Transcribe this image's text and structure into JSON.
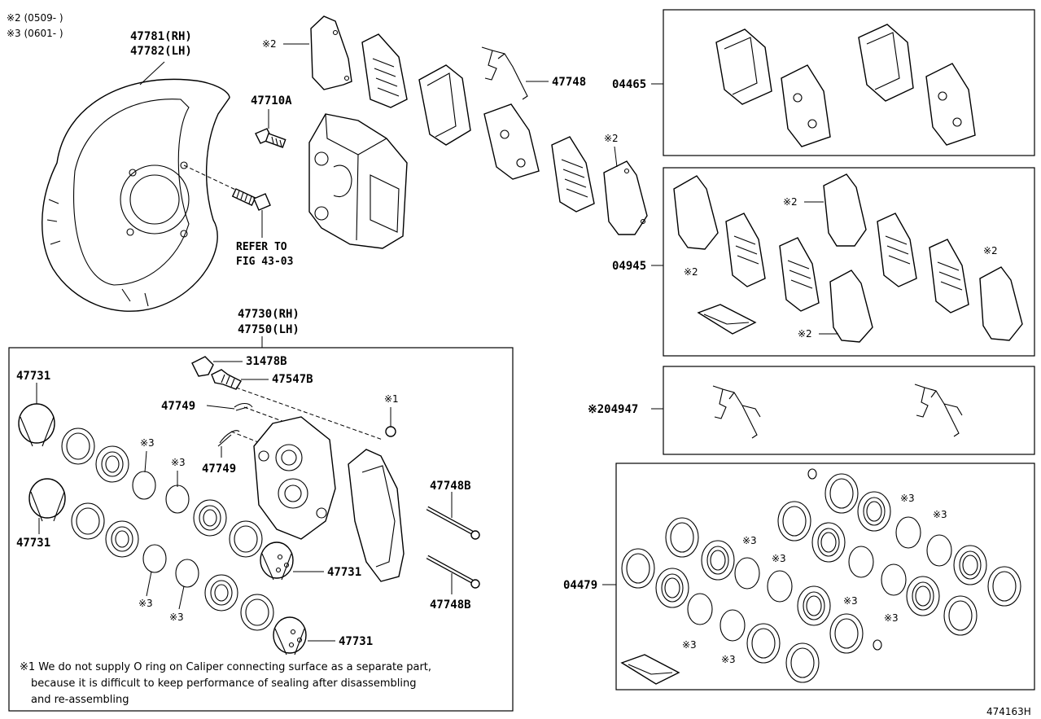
{
  "legend": {
    "line1": "※2 (0509-     )",
    "line2": "※3 (0601-     )"
  },
  "parts": {
    "dust_cover_rh": "47781(RH)",
    "dust_cover_lh": "47782(LH)",
    "bolt_top": "47710A",
    "refer_line1": "REFER TO",
    "refer_line2": "FIG 43-03",
    "clip_top": "47748",
    "pad_kit_1": "04465",
    "pad_kit_2": "04945",
    "spring_kit": "※204947",
    "seal_kit": "04479",
    "caliper_rh": "47730(RH)",
    "caliper_lh": "47750(LH)",
    "cap": "31478B",
    "bleeder": "47547B",
    "piston_a": "47731",
    "piston_b": "47731",
    "piston_c": "47731",
    "piston_d": "47731",
    "plug_a": "47749",
    "plug_b": "47749",
    "pin_a": "47748B",
    "pin_b": "47748B",
    "fig_id": "474163H"
  },
  "marks": {
    "m2": "※2",
    "m3": "※3",
    "m1": "※1"
  },
  "note": {
    "line1": "※1 We do not supply O ring on Caliper connecting surface as a separate part,",
    "line2": "because it is difficult to keep performance of sealing after disassembling",
    "line3": "and re-assembling"
  }
}
